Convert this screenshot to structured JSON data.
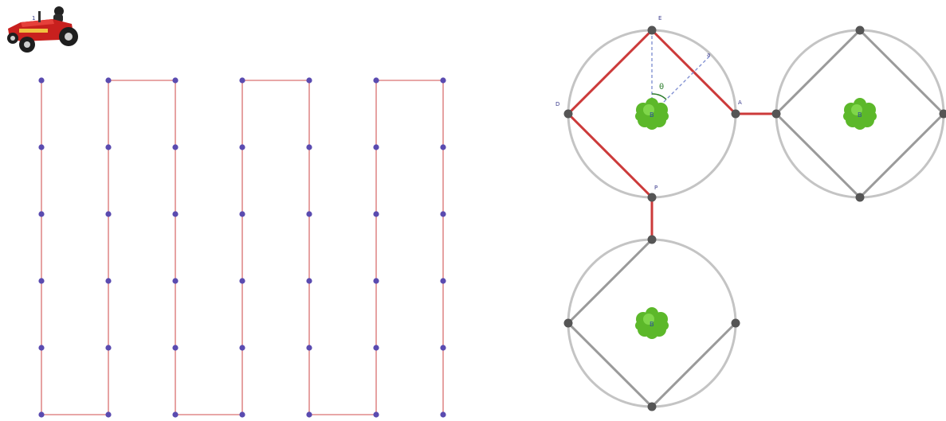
{
  "colors": {
    "path_red": "#cc3a3a",
    "path_gray": "#9a9a9a",
    "circle": "#c4c4c4",
    "grid_node": "#5a4bb0",
    "vertex": "#555555",
    "shrub": "#5cb82a",
    "dashed": "#7a8ad0"
  },
  "labels": {
    "tractor": "1",
    "top": "E",
    "right": "A",
    "left": "D",
    "bottom": "P",
    "theta": "θ",
    "radial": "a",
    "center1": "B",
    "center2": "B",
    "center3": "B"
  }
}
